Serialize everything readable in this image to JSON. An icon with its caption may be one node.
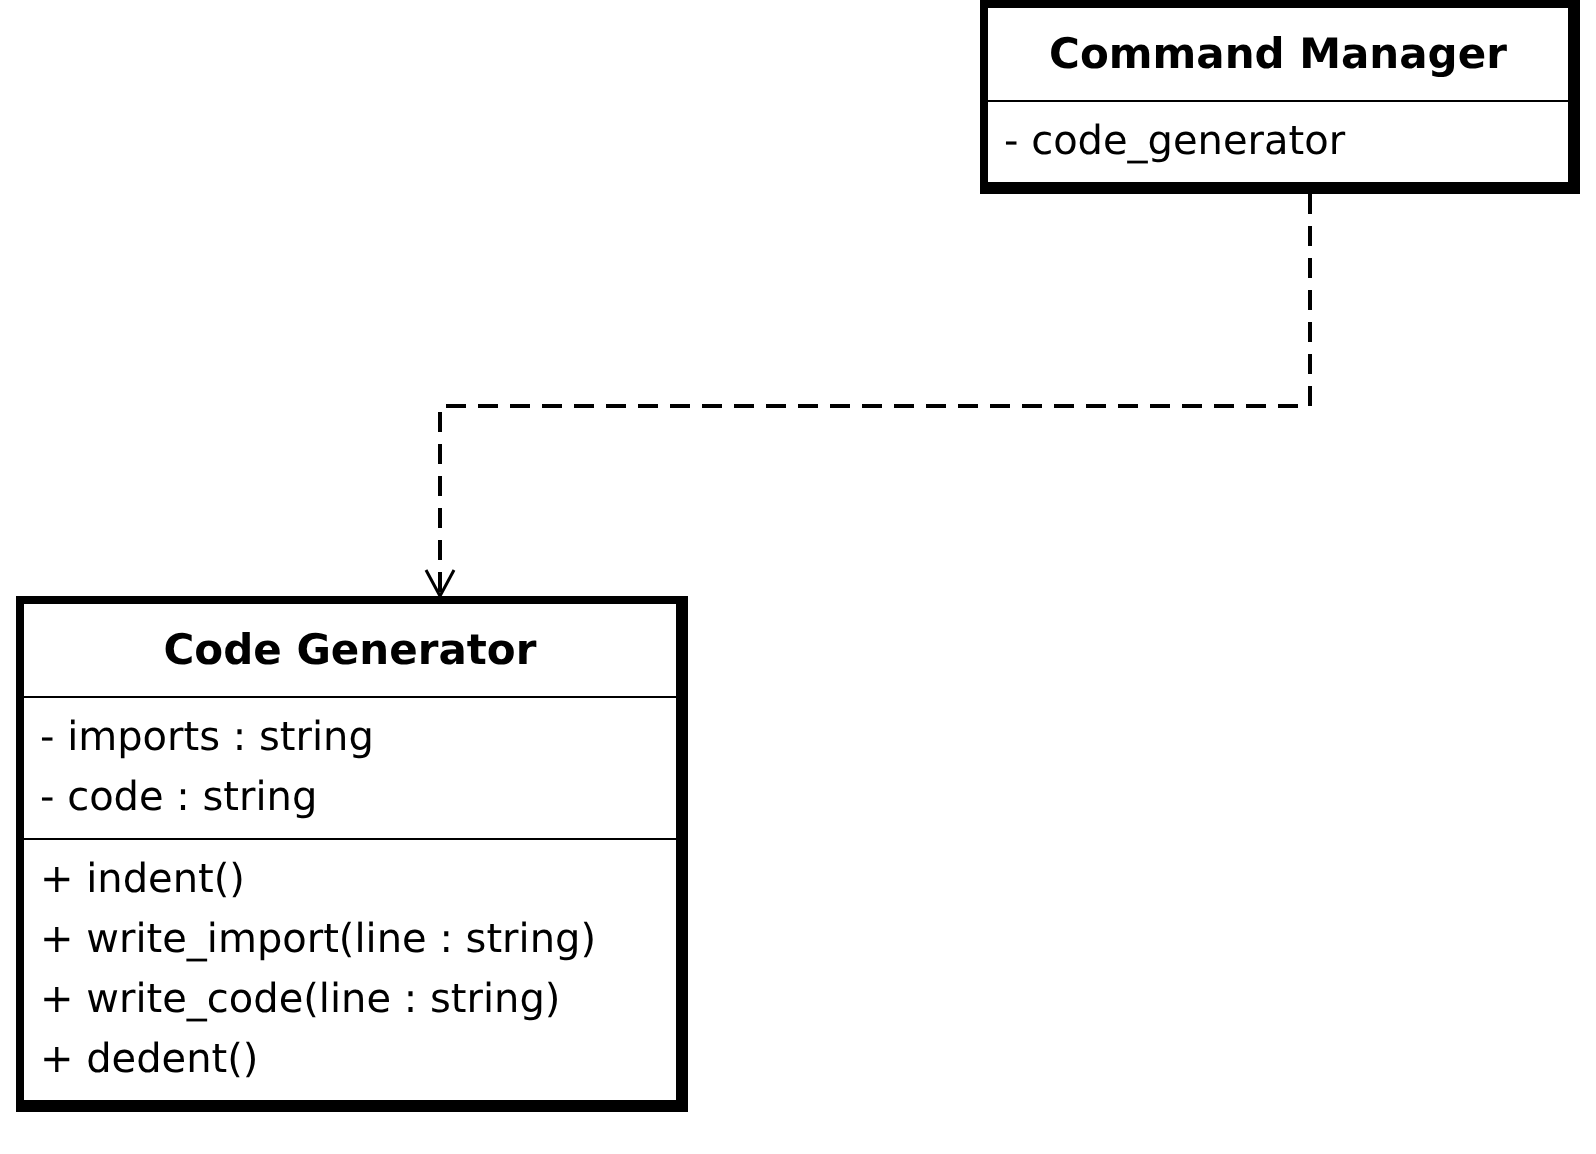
{
  "diagram": {
    "nodes": [
      {
        "text": [
          "Command Manager",
          "- code_generator"
        ]
      },
      {
        "text": [
          "Code Generator",
          "- imports : string",
          "- code : string",
          "+ indent()",
          "+ write_import(line : string)",
          "+ write_code(line : string)",
          "+ dedent()"
        ]
      }
    ],
    "edges": [
      {
        "from": 0,
        "to": 1,
        "arrow": "to",
        "style": "dashed"
      }
    ]
  }
}
